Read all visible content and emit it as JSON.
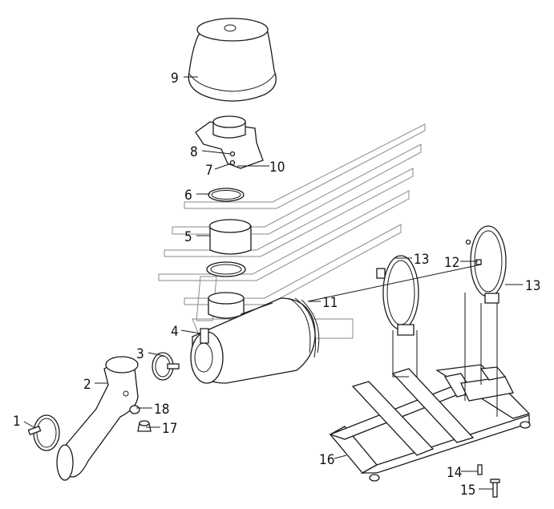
{
  "diagram": {
    "labels": [
      {
        "id": "l1",
        "text": "1"
      },
      {
        "id": "l2",
        "text": "2"
      },
      {
        "id": "l3",
        "text": "3"
      },
      {
        "id": "l4",
        "text": "4"
      },
      {
        "id": "l5",
        "text": "5"
      },
      {
        "id": "l6",
        "text": "6"
      },
      {
        "id": "l7",
        "text": "7"
      },
      {
        "id": "l8",
        "text": "8"
      },
      {
        "id": "l9",
        "text": "9"
      },
      {
        "id": "l10",
        "text": "10"
      },
      {
        "id": "l11",
        "text": "11"
      },
      {
        "id": "l12",
        "text": "12"
      },
      {
        "id": "l13a",
        "text": "13"
      },
      {
        "id": "l13b",
        "text": "13"
      },
      {
        "id": "l14",
        "text": "14"
      },
      {
        "id": "l15",
        "text": "15"
      },
      {
        "id": "l16",
        "text": "16"
      },
      {
        "id": "l17",
        "text": "17"
      },
      {
        "id": "l18",
        "text": "18"
      }
    ]
  }
}
